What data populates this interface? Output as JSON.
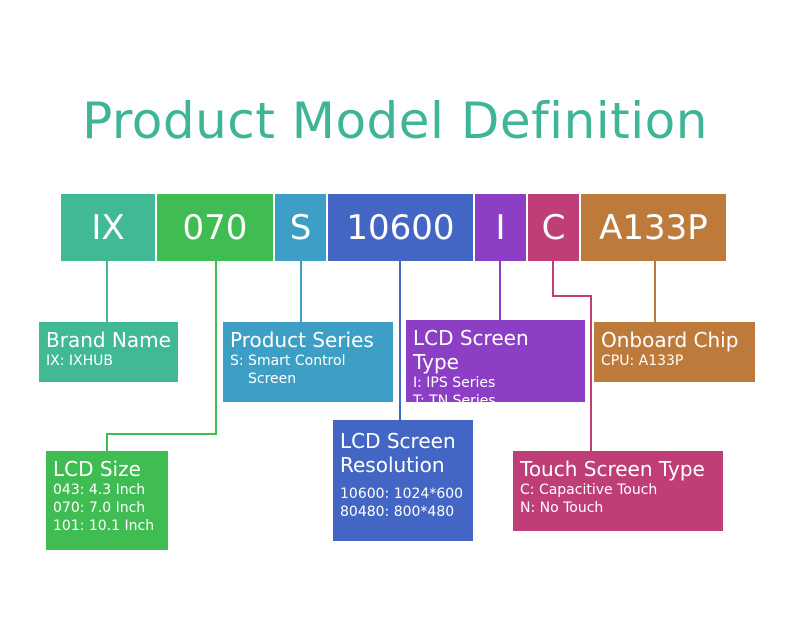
{
  "title": "Product Model Definition",
  "segments": [
    {
      "code": "IX",
      "color": "#40b994"
    },
    {
      "code": "070",
      "color": "#3fbd52"
    },
    {
      "code": "S",
      "color": "#3d9fc6"
    },
    {
      "code": "10600",
      "color": "#4366c4"
    },
    {
      "code": "I",
      "color": "#8c3fc5"
    },
    {
      "code": "C",
      "color": "#bf3e78"
    },
    {
      "code": "A133P",
      "color": "#bd7a3b"
    }
  ],
  "definitions": {
    "brand": {
      "title": "Brand Name",
      "lines": [
        "IX: IXHUB"
      ]
    },
    "size": {
      "title": "LCD Size",
      "lines": [
        "043: 4.3 Inch",
        "070: 7.0 Inch",
        "101: 10.1 Inch"
      ]
    },
    "series": {
      "title": "Product Series",
      "lines": [
        "S: Smart Control",
        "Screen"
      ]
    },
    "resolution": {
      "title_lines": [
        "LCD Screen",
        "Resolution"
      ],
      "lines": [
        "10600: 1024*600",
        "80480: 800*480"
      ]
    },
    "screen_type": {
      "title": "LCD Screen Type",
      "lines": [
        "I: IPS Series",
        "T: TN Series"
      ]
    },
    "touch": {
      "title": "Touch Screen Type",
      "lines": [
        "C: Capacitive Touch",
        "N: No Touch"
      ]
    },
    "chip": {
      "title": "Onboard Chip",
      "lines": [
        "CPU: A133P"
      ]
    }
  }
}
